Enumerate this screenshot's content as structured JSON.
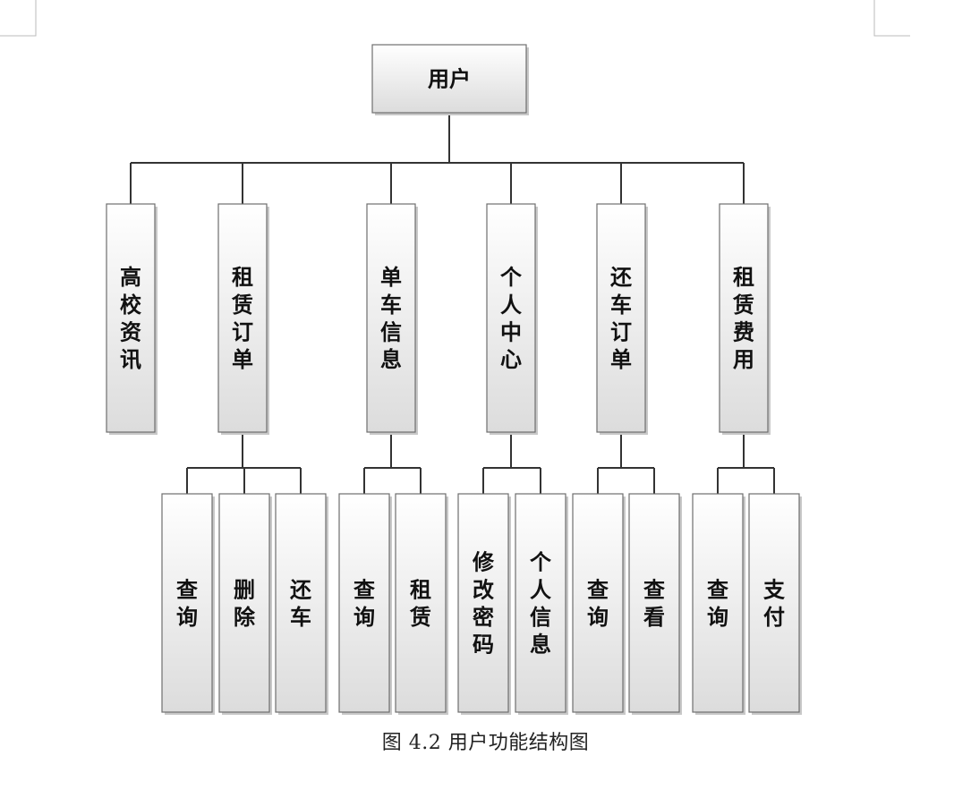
{
  "root": {
    "label": "用户"
  },
  "categories": [
    {
      "label": "高校资讯",
      "children": []
    },
    {
      "label": "租赁订单",
      "children": [
        "查询",
        "删除",
        "还车"
      ]
    },
    {
      "label": "单车信息",
      "children": [
        "查询",
        "租赁"
      ]
    },
    {
      "label": "个人中心",
      "children": [
        "修改密码",
        "个人信息"
      ]
    },
    {
      "label": "还车订单",
      "children": [
        "查询",
        "查看"
      ]
    },
    {
      "label": "租赁费用",
      "children": [
        "查询",
        "支付"
      ]
    }
  ],
  "caption": "图 4.2  用户功能结构图",
  "colors": {
    "line": "#333333",
    "box_border": "#6e6e6e",
    "box_fill_top": "#ffffff",
    "box_fill_bottom": "#dcdcdc",
    "shadow": "#c8c8c8"
  }
}
